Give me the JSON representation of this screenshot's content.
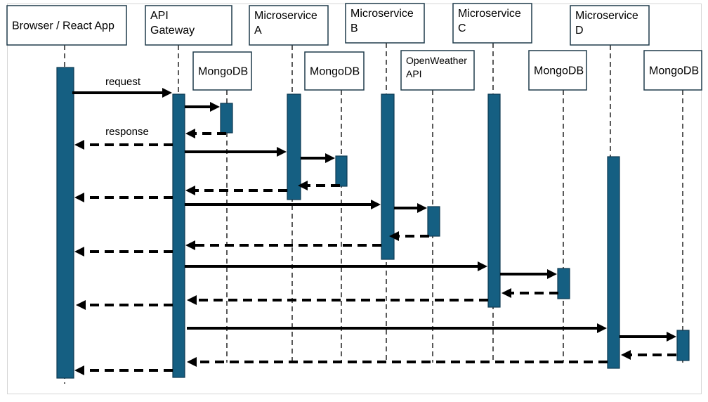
{
  "participants": [
    {
      "id": "browser",
      "lines": [
        "Browser / React App"
      ]
    },
    {
      "id": "gateway",
      "lines": [
        "API",
        "Gateway"
      ]
    },
    {
      "id": "mongo-gw",
      "lines": [
        "MongoDB"
      ]
    },
    {
      "id": "svc-a",
      "lines": [
        "Microservice",
        "A"
      ]
    },
    {
      "id": "mongo-a",
      "lines": [
        "MongoDB"
      ]
    },
    {
      "id": "svc-b",
      "lines": [
        "Microservice",
        "B"
      ]
    },
    {
      "id": "openweather",
      "lines": [
        "OpenWeather",
        "API"
      ]
    },
    {
      "id": "svc-c",
      "lines": [
        "Microservice",
        "C"
      ]
    },
    {
      "id": "mongo-c",
      "lines": [
        "MongoDB"
      ]
    },
    {
      "id": "svc-d",
      "lines": [
        "Microservice",
        "D"
      ]
    },
    {
      "id": "mongo-d",
      "lines": [
        "MongoDB"
      ]
    }
  ],
  "messages": [
    {
      "from": "browser",
      "to": "gateway",
      "kind": "call",
      "label": "request"
    },
    {
      "from": "gateway",
      "to": "mongo-gw",
      "kind": "call",
      "label": ""
    },
    {
      "from": "mongo-gw",
      "to": "gateway",
      "kind": "return",
      "label": ""
    },
    {
      "from": "gateway",
      "to": "browser",
      "kind": "return",
      "label": "response"
    },
    {
      "from": "gateway",
      "to": "svc-a",
      "kind": "call",
      "label": ""
    },
    {
      "from": "svc-a",
      "to": "mongo-a",
      "kind": "call",
      "label": ""
    },
    {
      "from": "mongo-a",
      "to": "svc-a",
      "kind": "return",
      "label": ""
    },
    {
      "from": "svc-a",
      "to": "gateway",
      "kind": "return",
      "label": ""
    },
    {
      "from": "gateway",
      "to": "browser",
      "kind": "return",
      "label": ""
    },
    {
      "from": "gateway",
      "to": "svc-b",
      "kind": "call",
      "label": ""
    },
    {
      "from": "svc-b",
      "to": "openweather",
      "kind": "call",
      "label": ""
    },
    {
      "from": "openweather",
      "to": "svc-b",
      "kind": "return",
      "label": ""
    },
    {
      "from": "svc-b",
      "to": "gateway",
      "kind": "return",
      "label": ""
    },
    {
      "from": "gateway",
      "to": "browser",
      "kind": "return",
      "label": ""
    },
    {
      "from": "gateway",
      "to": "svc-c",
      "kind": "call",
      "label": ""
    },
    {
      "from": "svc-c",
      "to": "mongo-c",
      "kind": "call",
      "label": ""
    },
    {
      "from": "mongo-c",
      "to": "svc-c",
      "kind": "return",
      "label": ""
    },
    {
      "from": "svc-c",
      "to": "gateway",
      "kind": "return",
      "label": ""
    },
    {
      "from": "gateway",
      "to": "browser",
      "kind": "return",
      "label": ""
    },
    {
      "from": "gateway",
      "to": "svc-d",
      "kind": "call",
      "label": ""
    },
    {
      "from": "svc-d",
      "to": "mongo-d",
      "kind": "call",
      "label": ""
    },
    {
      "from": "mongo-d",
      "to": "svc-d",
      "kind": "return",
      "label": ""
    },
    {
      "from": "svc-d",
      "to": "gateway",
      "kind": "return",
      "label": ""
    },
    {
      "from": "gateway",
      "to": "browser",
      "kind": "return",
      "label": ""
    }
  ],
  "colors": {
    "activation": "#155f82",
    "arrow": "#000000",
    "box_border": "#1f3a4a"
  }
}
